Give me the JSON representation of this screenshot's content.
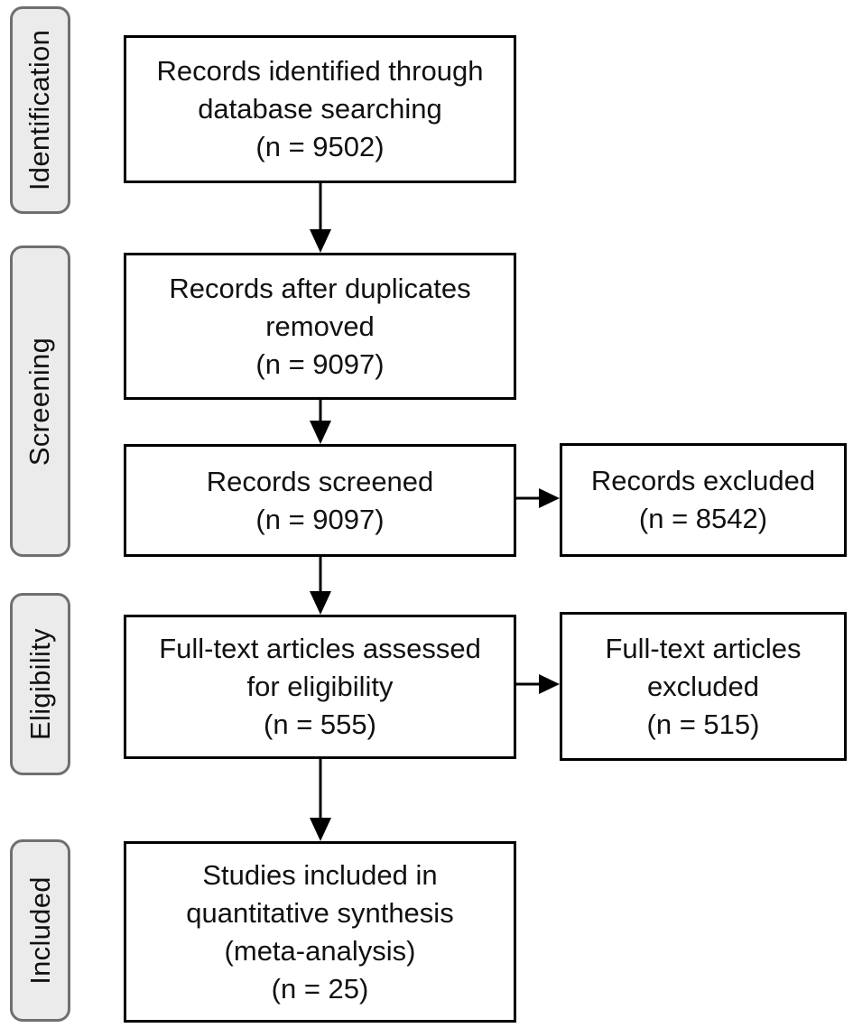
{
  "stages": [
    {
      "id": "identification",
      "label": "Identification"
    },
    {
      "id": "screening",
      "label": "Screening"
    },
    {
      "id": "eligibility",
      "label": "Eligibility"
    },
    {
      "id": "included",
      "label": "Included"
    }
  ],
  "boxes": {
    "records_identified": {
      "text": "Records identified through\ndatabase searching\n(n = 9502)",
      "n": 9502
    },
    "duplicates_removed": {
      "text": "Records after duplicates\nremoved\n(n = 9097)",
      "n": 9097
    },
    "records_screened": {
      "text": "Records screened\n(n = 9097)",
      "n": 9097
    },
    "records_excluded": {
      "text": "Records excluded\n(n = 8542)",
      "n": 8542
    },
    "fulltext_assessed": {
      "text": "Full-text articles assessed\nfor eligibility\n(n = 555)",
      "n": 555
    },
    "fulltext_excluded": {
      "text": "Full-text articles\nexcluded\n(n = 515)",
      "n": 515
    },
    "studies_included": {
      "text": "Studies included in\nquantitative synthesis\n(meta-analysis)\n(n = 25)",
      "n": 25
    }
  },
  "arrows": [
    {
      "from": "records_identified",
      "to": "duplicates_removed",
      "direction": "down"
    },
    {
      "from": "duplicates_removed",
      "to": "records_screened",
      "direction": "down"
    },
    {
      "from": "records_screened",
      "to": "records_excluded",
      "direction": "right"
    },
    {
      "from": "records_screened",
      "to": "fulltext_assessed",
      "direction": "down"
    },
    {
      "from": "fulltext_assessed",
      "to": "fulltext_excluded",
      "direction": "right"
    },
    {
      "from": "fulltext_assessed",
      "to": "studies_included",
      "direction": "down"
    }
  ],
  "colors": {
    "background": "#ffffff",
    "stage_fill": "#ebebeb",
    "stage_border": "#6f6f6f",
    "box_fill": "#ffffff",
    "box_border": "#000000",
    "arrow": "#000000",
    "text": "#111111"
  }
}
